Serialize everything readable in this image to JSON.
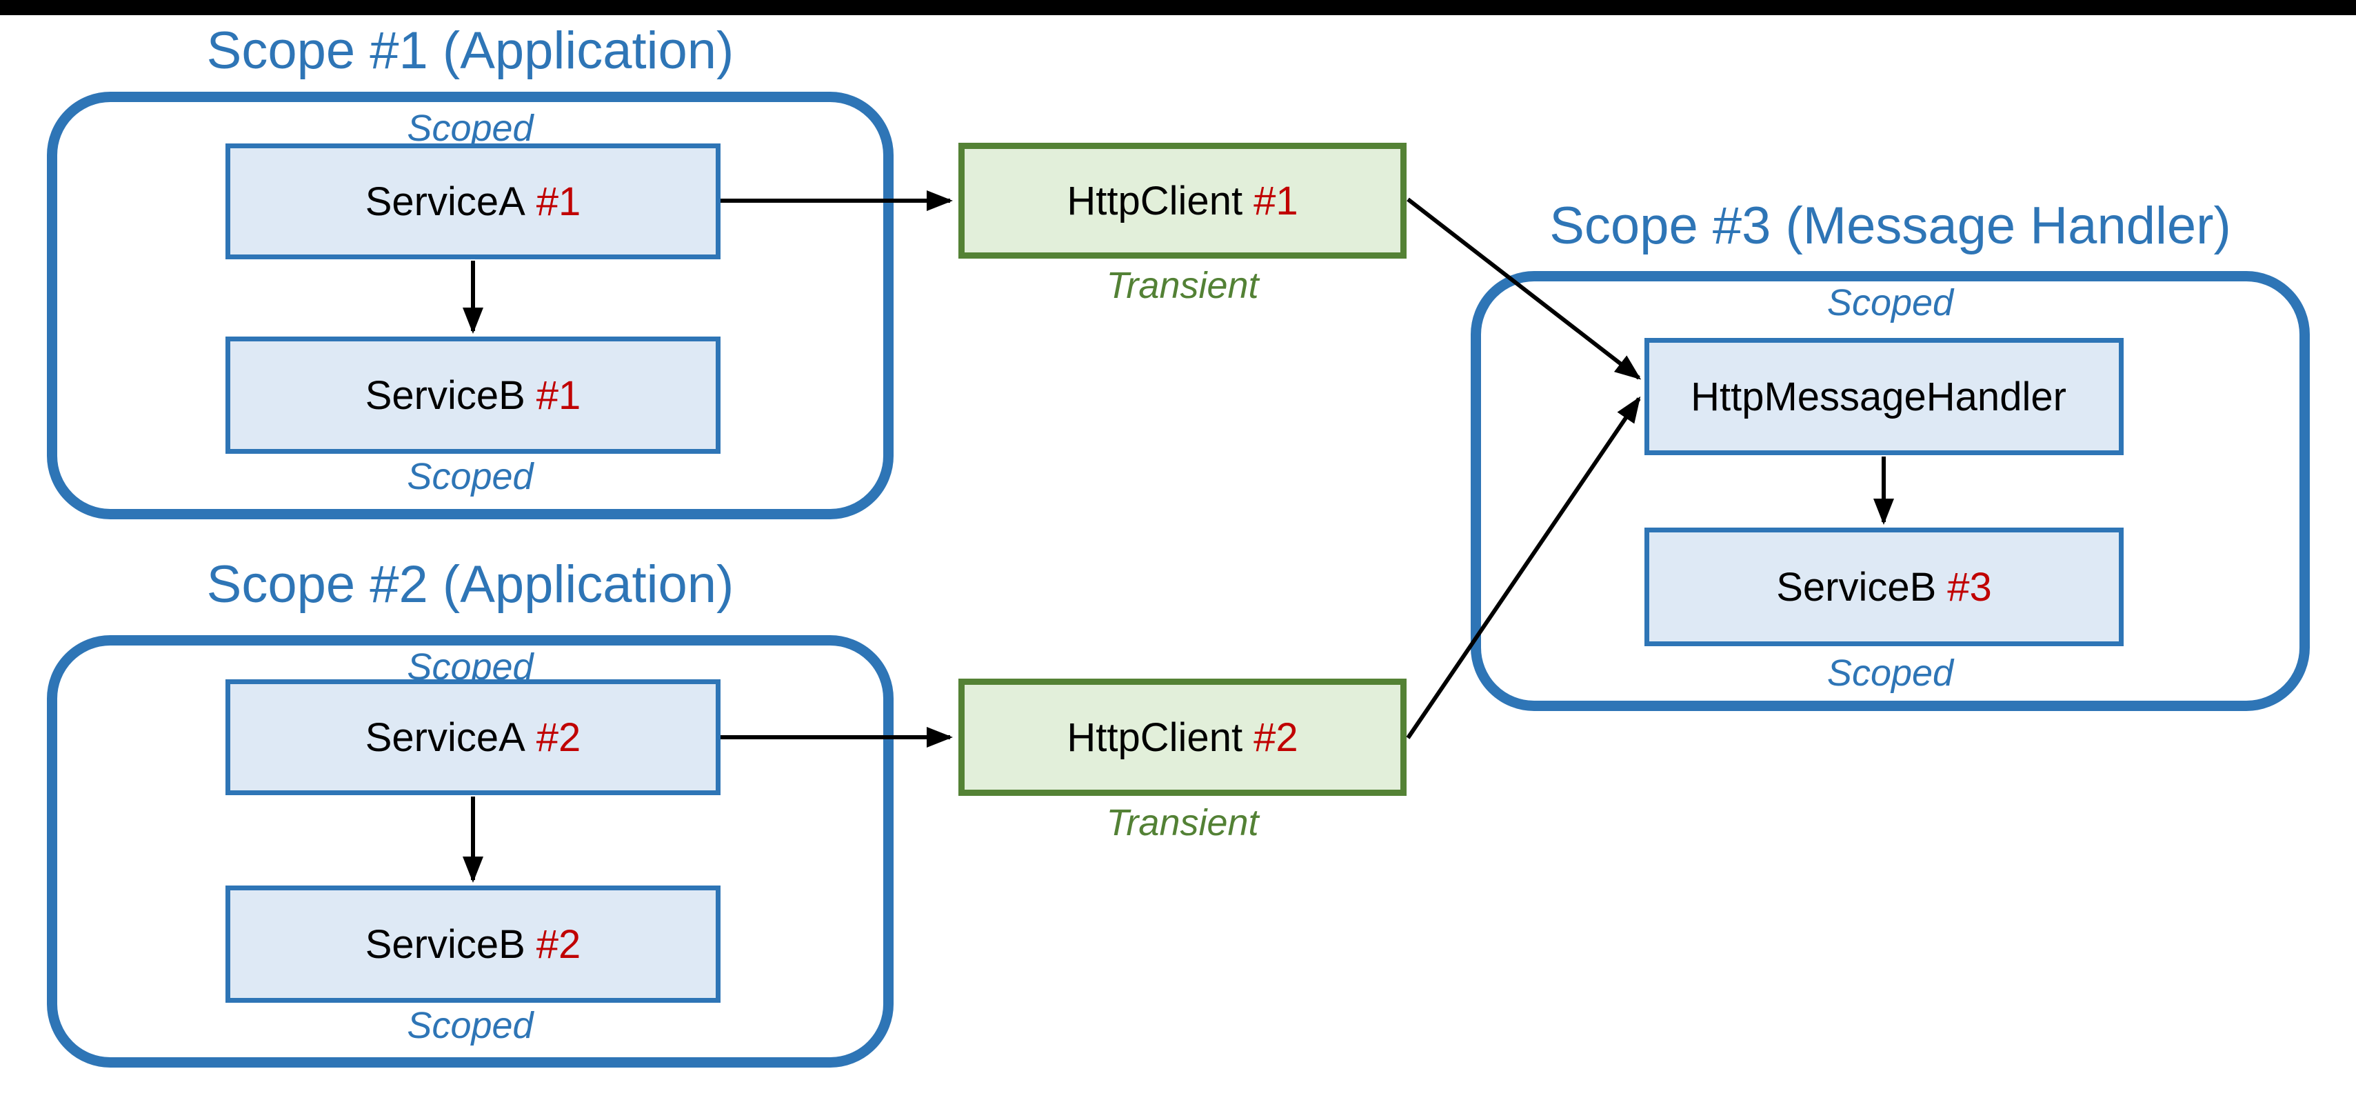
{
  "colors": {
    "accent_blue": "#2E75B6",
    "service_box_fill": "#DEE9F5",
    "client_box_fill": "#E2EFDA",
    "client_box_border": "#548235",
    "transient_text": "#538135",
    "instance_red": "#C00000",
    "top_bar": "#000000"
  },
  "scope1": {
    "title": "Scope #1 (Application)",
    "scoped_top": "Scoped",
    "scoped_bottom": "Scoped",
    "service_a": {
      "name": "ServiceA",
      "instance": "#1"
    },
    "service_b": {
      "name": "ServiceB",
      "instance": "#1"
    }
  },
  "scope2": {
    "title": "Scope #2 (Application)",
    "scoped_top": "Scoped",
    "scoped_bottom": "Scoped",
    "service_a": {
      "name": "ServiceA",
      "instance": "#2"
    },
    "service_b": {
      "name": "ServiceB",
      "instance": "#2"
    }
  },
  "scope3": {
    "title": "Scope #3 (Message Handler)",
    "scoped_top": "Scoped",
    "scoped_bottom": "Scoped",
    "handler": {
      "name": "HttpMessageHandler",
      "instance": ""
    },
    "service_b": {
      "name": "ServiceB",
      "instance": "#3"
    }
  },
  "http_client1": {
    "name": "HttpClient",
    "instance": "#1",
    "lifetime": "Transient"
  },
  "http_client2": {
    "name": "HttpClient",
    "instance": "#2",
    "lifetime": "Transient"
  }
}
